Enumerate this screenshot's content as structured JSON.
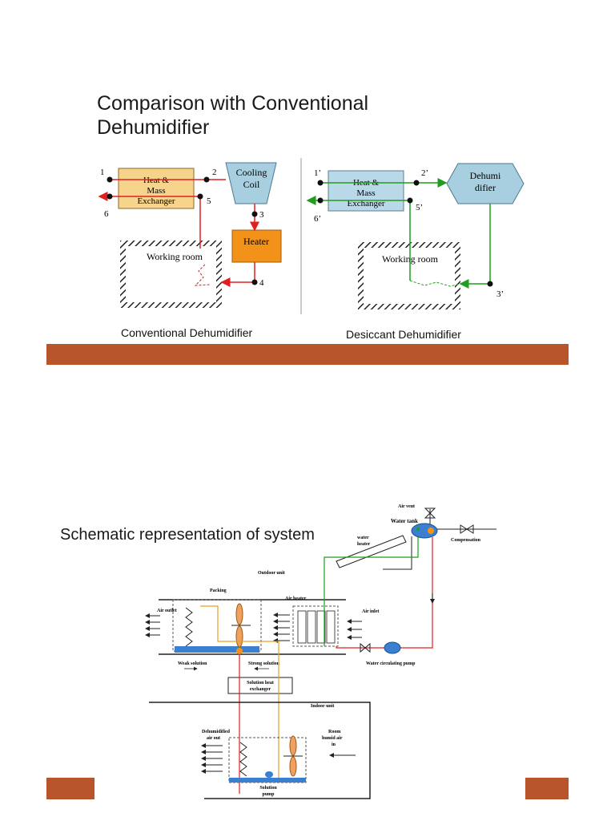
{
  "slide1": {
    "title_line1": "Comparison with Conventional",
    "title_line2": "Dehumidifier",
    "caption_left": "Conventional  Dehumidifier",
    "caption_right": "Desiccant Dehumidifier",
    "conv": {
      "hx_line1": "Heat &",
      "hx_line2": "Mass",
      "hx_line3": "Exchanger",
      "coil_line1": "Cooling",
      "coil_line2": "Coil",
      "heater": "Heater",
      "room": "Working room",
      "n1": "1",
      "n2": "2",
      "n3": "3",
      "n4": "4",
      "n5": "5",
      "n6": "6"
    },
    "desi": {
      "hx_line1": "Heat &",
      "hx_line2": "Mass",
      "hx_line3": "Exchanger",
      "dehu_line1": "Dehumi",
      "dehu_line2": "difier",
      "room": "Working room",
      "n1": "1’",
      "n2": "2’",
      "n3": "3’",
      "n5": "5’",
      "n6": "6’"
    }
  },
  "slide2": {
    "title": "Schematic representation of system",
    "labels": {
      "air_vent": "Air vent",
      "water_tank": "Water tank",
      "water_heater_1": "water",
      "water_heater_2": "heater",
      "compensation": "Compensation",
      "outdoor_unit": "Outdoor unit",
      "packing": "Packing",
      "air_outlet": "Air   outlet",
      "air_heater": "Air heater",
      "air_inlet": "Air inlet",
      "weak_solution": "Weak solution",
      "strong_solution": "Strong solution",
      "water_pump": "Water circulating pump",
      "shx_1": "Solution heat",
      "shx_2": "exchanger",
      "indoor_unit": "Indoor unit",
      "dehu_out_1": "Dehumidified",
      "dehu_out_2": "air out",
      "room_air_1": "Room",
      "room_air_2": "humid air",
      "room_air_3": "in",
      "solution_1": "Solution",
      "solution_2": "pump"
    }
  },
  "colors": {
    "accent_bar": "#b9552b",
    "hx_conv_fill": "#f6d48c",
    "hx_desi_fill": "#b9d8e8",
    "coil_fill": "#a8cfe0",
    "heater_fill": "#f29219",
    "red_flow": "#e02020",
    "green_flow": "#1f9e1f",
    "orange_flow": "#e8a020",
    "tank_fill": "#3a7fd0"
  }
}
